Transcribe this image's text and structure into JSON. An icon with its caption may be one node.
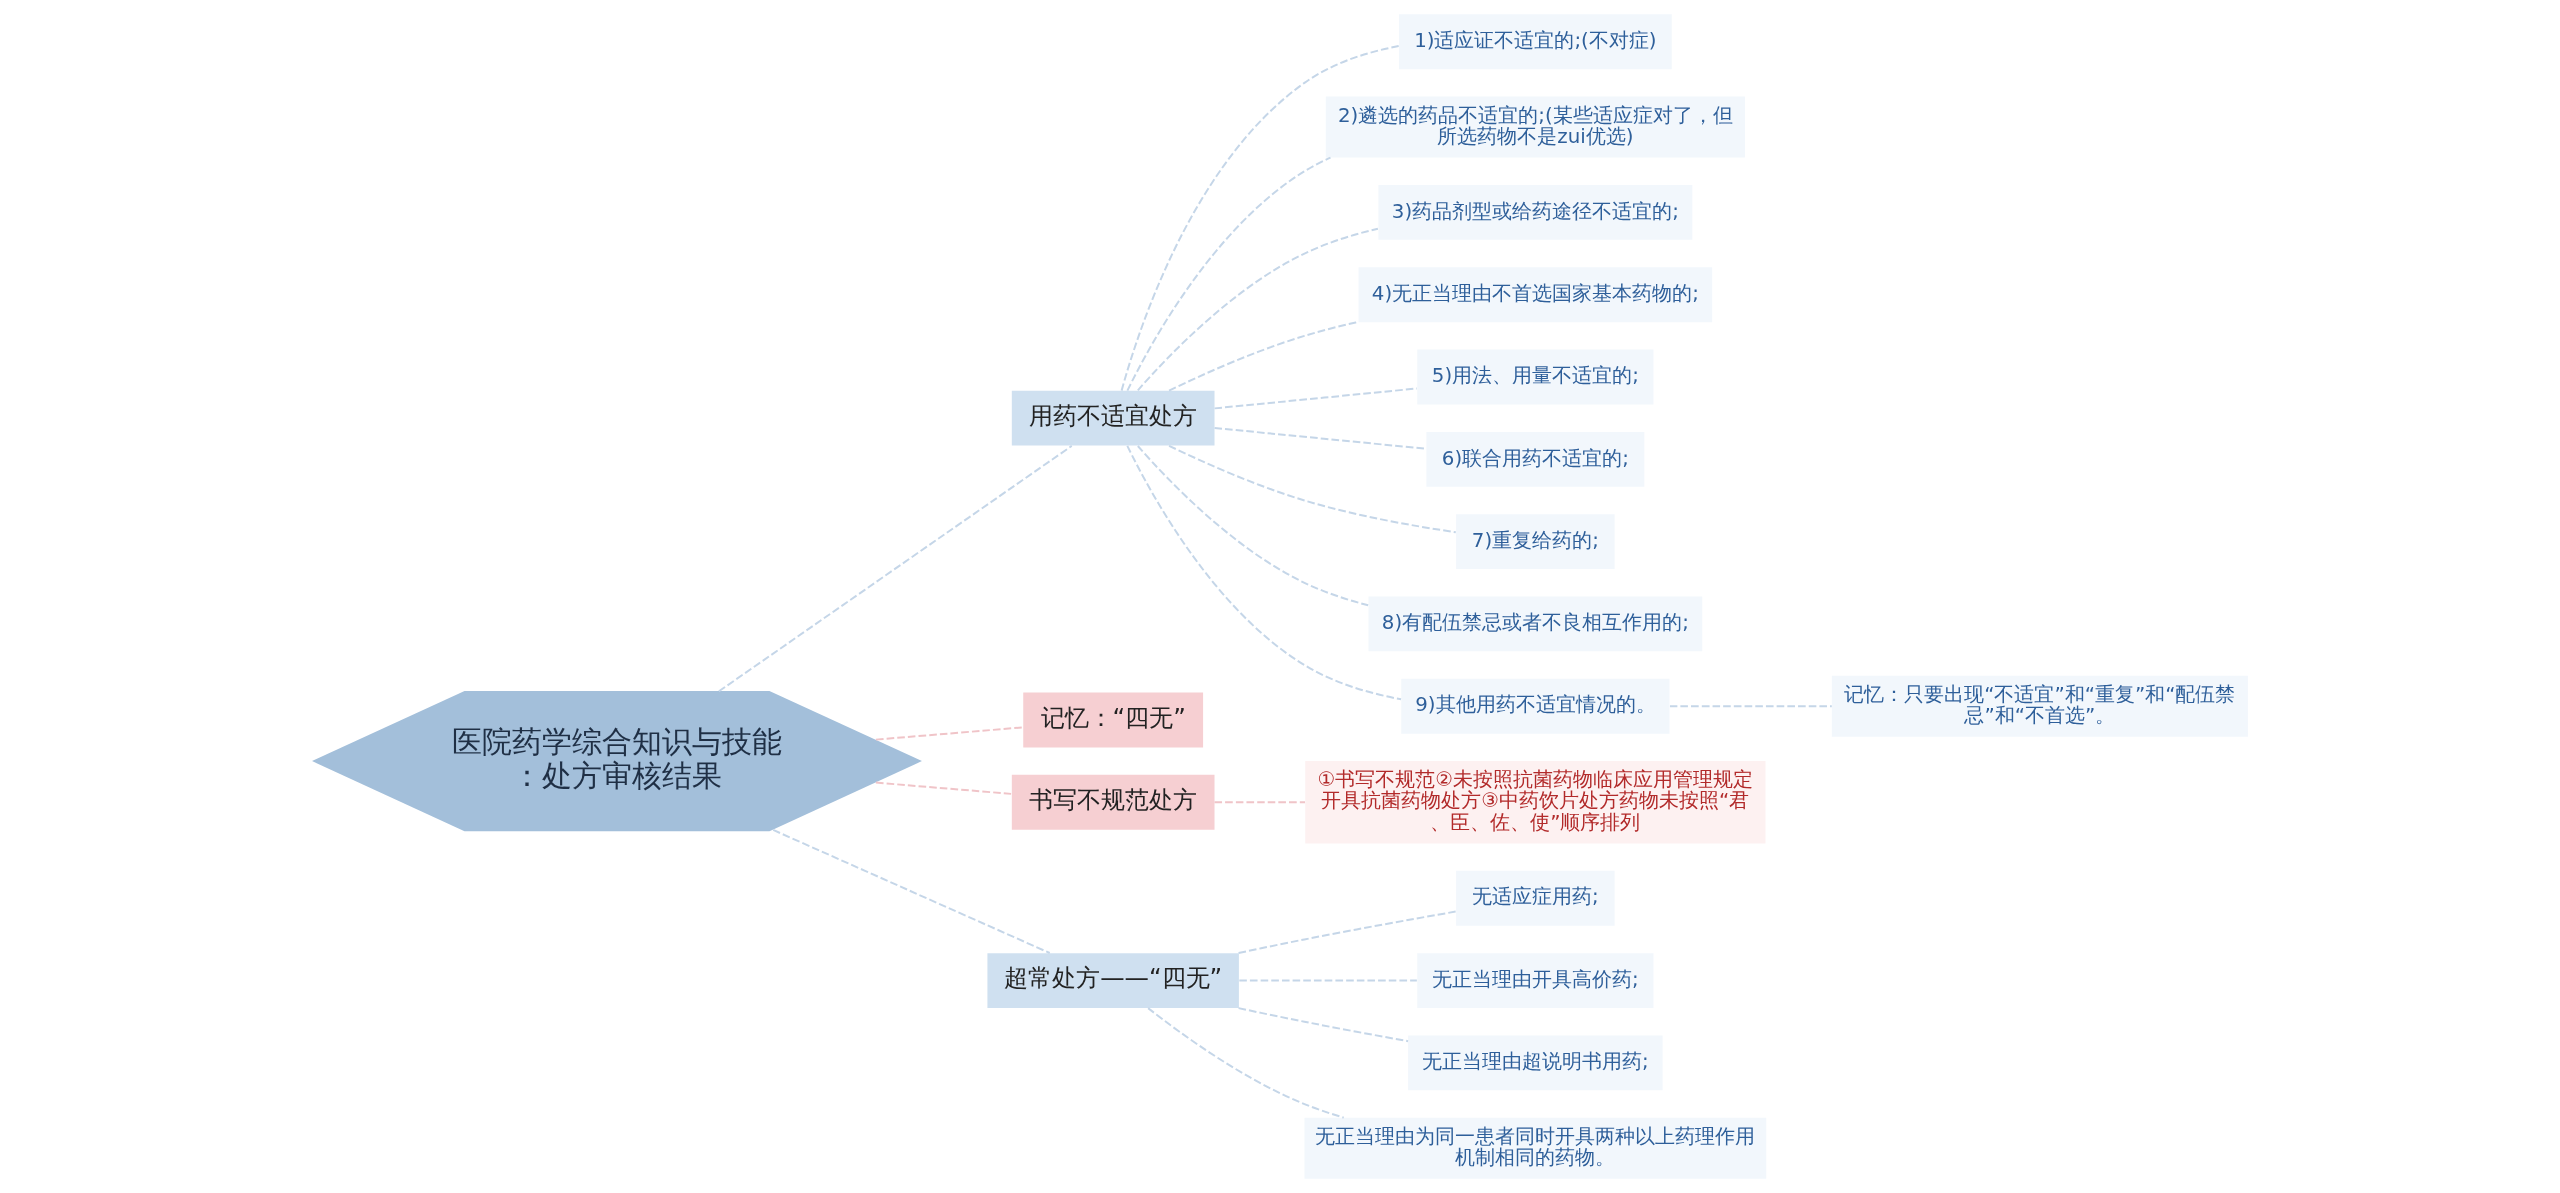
{
  "diagram": {
    "nodes": [
      {
        "text": [
          "医院药学综合知识与技能：处方审核结果"
        ]
      },
      {
        "text": [
          "用药不适宜处方"
        ]
      },
      {
        "text": [
          "1)适应证不适宜的;(不对症)"
        ]
      },
      {
        "text": [
          "2)遴选的药品不适宜的;(某些适应症对了，但所选药物不是zui优选)"
        ]
      },
      {
        "text": [
          "3)药品剂型或给药途径不适宜的;"
        ]
      },
      {
        "text": [
          "4)无正当理由不首选国家基本药物的;"
        ]
      },
      {
        "text": [
          "5)用法、用量不适宜的;"
        ]
      },
      {
        "text": [
          "6)联合用药不适宜的;"
        ]
      },
      {
        "text": [
          "7)重复给药的;"
        ]
      },
      {
        "text": [
          "8)有配伍禁忌或者不良相互作用的;"
        ]
      },
      {
        "text": [
          "9)其他用药不适宜情况的。"
        ]
      },
      {
        "text": [
          "记忆：只要出现“不适宜”和“重复”和“配伍禁忌”和“不首选”。"
        ]
      },
      {
        "text": [
          "记忆：“四无”"
        ]
      },
      {
        "text": [
          "书写不规范处方"
        ]
      },
      {
        "text": [
          "①书写不规范②未按照抗菌药物临床应用管理规定开具抗菌药物处方③中药饮片处方药物未按照“君、臣、佐、使”顺序排列"
        ]
      },
      {
        "text": [
          "超常处方——“四无”"
        ]
      },
      {
        "text": [
          "无适应症用药;"
        ]
      },
      {
        "text": [
          "无正当理由开具高价药;"
        ]
      },
      {
        "text": [
          "无正当理由超说明书用药;"
        ]
      },
      {
        "text": [
          "无正当理由为同一患者同时开具两种以上药理作用机制相同的药物。"
        ]
      }
    ],
    "edges": [
      {
        "from": 0,
        "to": 1,
        "arrow": "none",
        "style": "dashed"
      },
      {
        "from": 1,
        "to": 2,
        "arrow": "none",
        "style": "dashed"
      },
      {
        "from": 1,
        "to": 3,
        "arrow": "none",
        "style": "dashed"
      },
      {
        "from": 1,
        "to": 4,
        "arrow": "none",
        "style": "dashed"
      },
      {
        "from": 1,
        "to": 5,
        "arrow": "none",
        "style": "dashed"
      },
      {
        "from": 1,
        "to": 6,
        "arrow": "none",
        "style": "dashed"
      },
      {
        "from": 1,
        "to": 7,
        "arrow": "none",
        "style": "dashed"
      },
      {
        "from": 1,
        "to": 8,
        "arrow": "none",
        "style": "dashed"
      },
      {
        "from": 1,
        "to": 9,
        "arrow": "none",
        "style": "dashed"
      },
      {
        "from": 1,
        "to": 10,
        "arrow": "none",
        "style": "dashed"
      },
      {
        "from": 10,
        "to": 11,
        "arrow": "none",
        "style": "dashed"
      },
      {
        "from": 0,
        "to": 12,
        "arrow": "none",
        "style": "dashed",
        "color": "#f0c4c8"
      },
      {
        "from": 0,
        "to": 13,
        "arrow": "none",
        "style": "dashed",
        "color": "#f0c4c8"
      },
      {
        "from": 13,
        "to": 14,
        "arrow": "none",
        "style": "dashed",
        "color": "#f0c4c8"
      },
      {
        "from": 0,
        "to": 15,
        "arrow": "none",
        "style": "dashed"
      },
      {
        "from": 15,
        "to": 16,
        "arrow": "none",
        "style": "dashed"
      },
      {
        "from": 15,
        "to": 17,
        "arrow": "none",
        "style": "dashed"
      },
      {
        "from": 15,
        "to": 18,
        "arrow": "none",
        "style": "dashed"
      },
      {
        "from": 15,
        "to": 19,
        "arrow": "none",
        "style": "dashed"
      }
    ]
  }
}
